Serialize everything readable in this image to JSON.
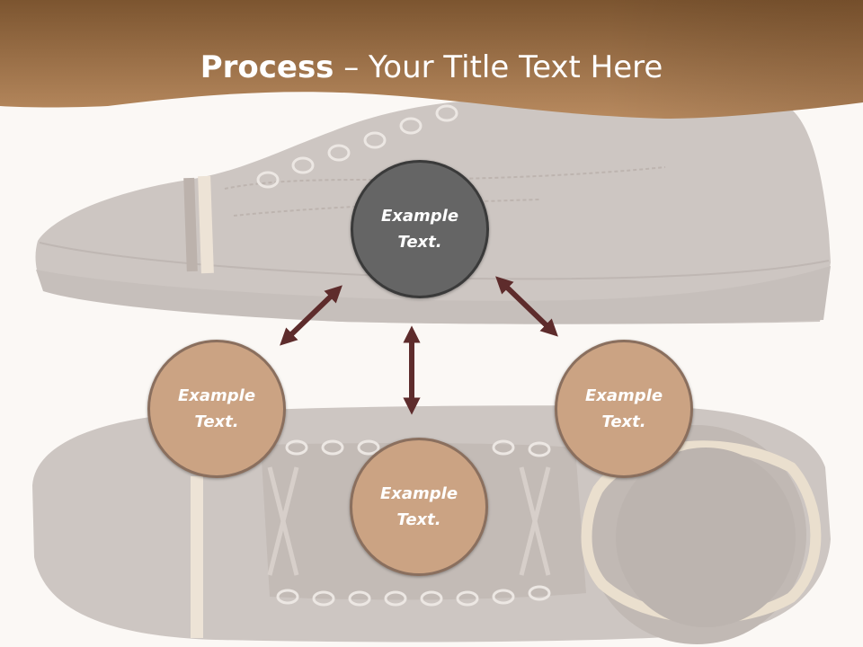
{
  "title": {
    "bold": "Process",
    "rest": " – Your Title Text Here"
  },
  "circles": [
    {
      "line1": "Example",
      "line2": "Text."
    },
    {
      "line1": "Example",
      "line2": "Text."
    },
    {
      "line1": "Example",
      "line2": "Text."
    },
    {
      "line1": "Example",
      "line2": "Text."
    }
  ],
  "colors": {
    "banner": "#a8754b",
    "center_circle": "#656565",
    "outer_circles": "#cba383",
    "arrows": "#5e2c2c"
  }
}
